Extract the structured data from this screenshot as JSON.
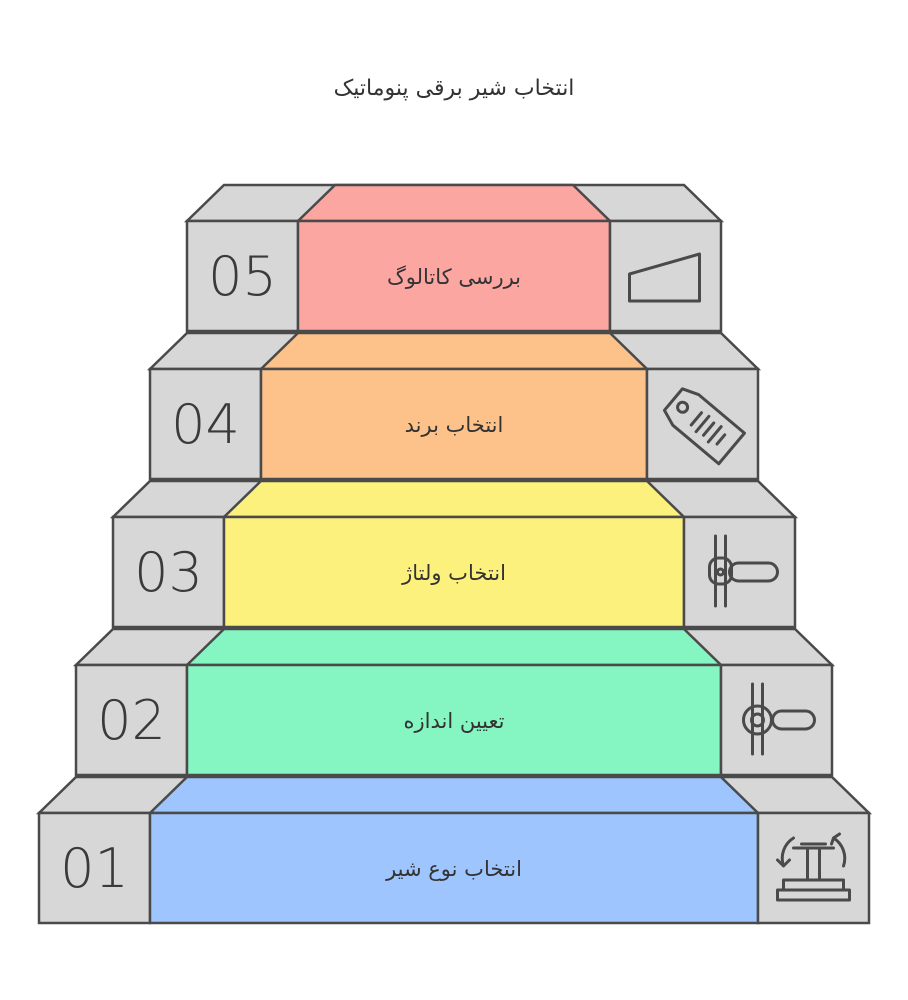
{
  "title": "انتخاب شیر برقی پنوماتیک",
  "steps": [
    {
      "number": "01",
      "label": "انتخاب نوع شیر",
      "color": "#9ec5fe",
      "icon": "valve-type-icon"
    },
    {
      "number": "02",
      "label": "تعیین اندازه",
      "color": "#85f5c2",
      "icon": "valve-size-icon"
    },
    {
      "number": "03",
      "label": "انتخاب ولتاژ",
      "color": "#fdf17e",
      "icon": "valve-voltage-icon"
    },
    {
      "number": "04",
      "label": "انتخاب برند",
      "color": "#fdc28a",
      "icon": "brand-tag-icon"
    },
    {
      "number": "05",
      "label": "بررسی کاتالوگ",
      "color": "#fca6a2",
      "icon": "catalog-icon"
    }
  ],
  "colors": {
    "side_face": "#d7d7d7",
    "top_face": "#d7d7d7",
    "stroke": "#4a4a4a"
  }
}
